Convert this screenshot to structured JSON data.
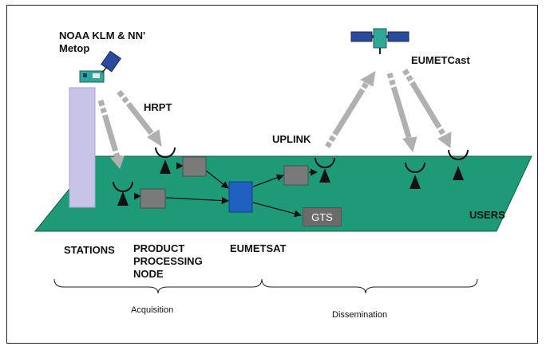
{
  "satellites": {
    "polar_label_line1": "NOAA KLM & NN'",
    "polar_label_line2": "Metop",
    "geo_label": "EUMETCast"
  },
  "links": {
    "hrpt": "HRPT",
    "uplink": "UPLINK"
  },
  "nodes": {
    "gts": "GTS",
    "users": "USERS"
  },
  "bottom_labels": {
    "stations": "STATIONS",
    "product_line1": "PRODUCT",
    "product_line2": "PROCESSING",
    "product_line3": "NODE",
    "eumetsat": "EUMETSAT"
  },
  "phases": {
    "acquisition": "Acquisition",
    "dissemination": "Dissemination"
  },
  "colors": {
    "ground": "#1f9a78",
    "station_tower": "#c8c4e8",
    "processing_box": "#7a7a7a",
    "eumetsat_box": "#1e5fbf",
    "beam": "#b0b0b0",
    "satellite_body": "#2fa89a",
    "solar_panel": "#2b4b9a"
  }
}
